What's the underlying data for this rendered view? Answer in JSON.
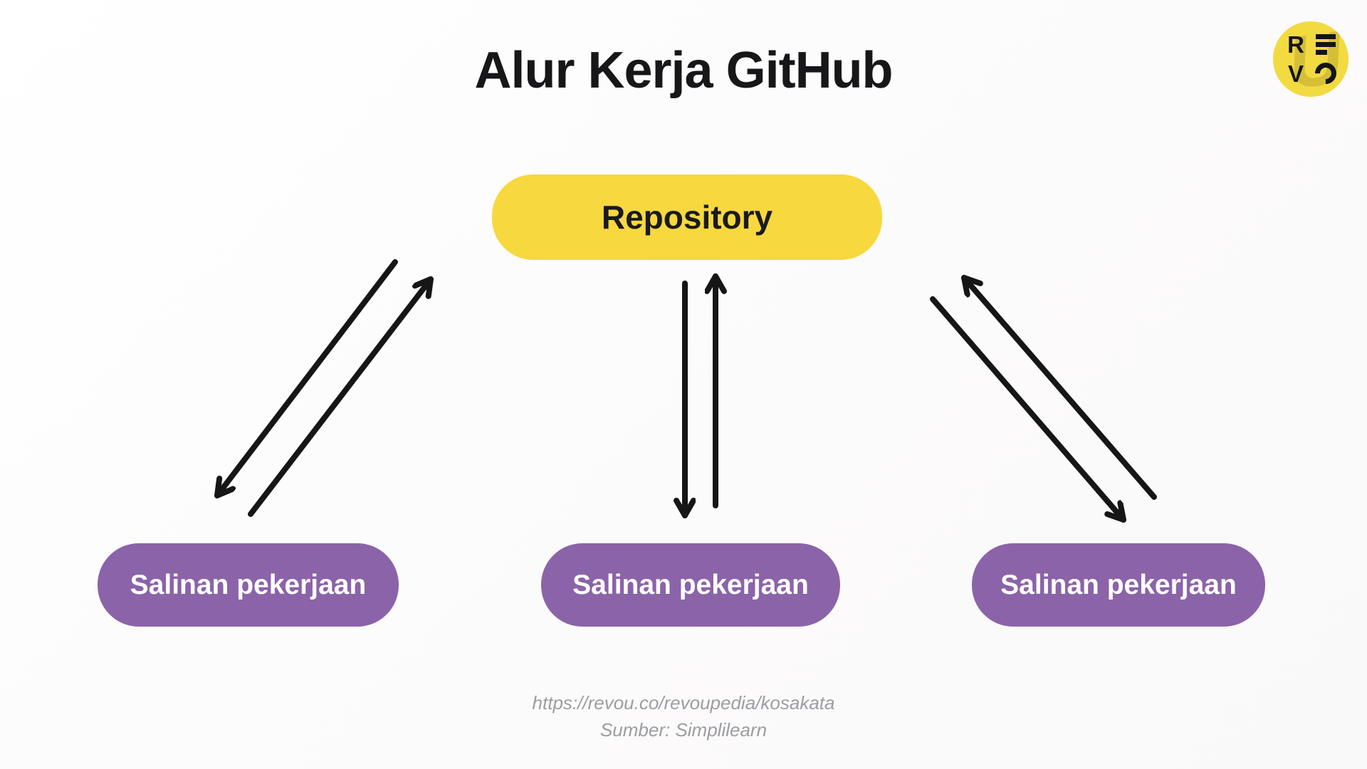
{
  "header": {
    "title": "Alur Kerja GitHub"
  },
  "logo": {
    "name": "revou-logo",
    "bg_color": "#F2DA41",
    "letter_top_left": "R",
    "letter_top_right": "E",
    "letter_bottom_left": "V",
    "letter_bottom_right": "O",
    "watermark_letter": "U"
  },
  "diagram": {
    "arrow_color": "#161616",
    "nodes": [
      {
        "id": "repository",
        "label": "Repository",
        "color": "#F7D83E",
        "text_color": "#1A1A1E"
      },
      {
        "id": "copy-left",
        "label": "Salinan pekerjaan",
        "color": "#8B63A9",
        "text_color": "#FFFFFF"
      },
      {
        "id": "copy-mid",
        "label": "Salinan pekerjaan",
        "color": "#8B63A9",
        "text_color": "#FFFFFF"
      },
      {
        "id": "copy-right",
        "label": "Salinan pekerjaan",
        "color": "#8B63A9",
        "text_color": "#FFFFFF"
      }
    ],
    "edges": [
      {
        "from": "repository",
        "to": "copy-left",
        "bidirectional": true
      },
      {
        "from": "repository",
        "to": "copy-mid",
        "bidirectional": true
      },
      {
        "from": "repository",
        "to": "copy-right",
        "bidirectional": true
      }
    ]
  },
  "footer": {
    "url": "https://revou.co/revoupedia/kosakata",
    "source": "Sumber: Simplilearn"
  }
}
